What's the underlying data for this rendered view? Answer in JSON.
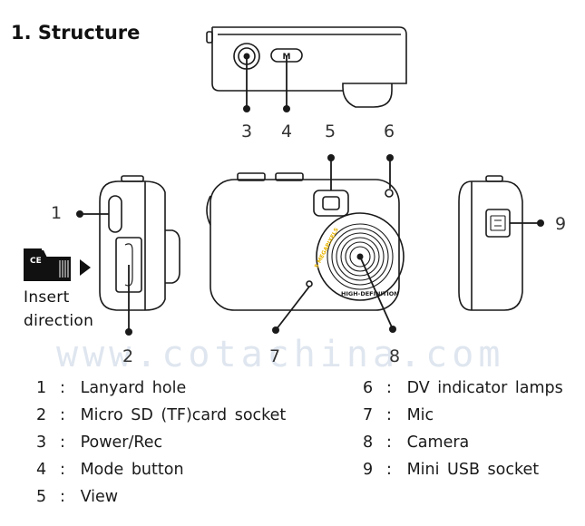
{
  "title": "1. Structure",
  "callouts": [
    "1",
    "2",
    "3",
    "4",
    "5",
    "6",
    "7",
    "8",
    "9"
  ],
  "insert_direction": [
    "Insert",
    "direction"
  ],
  "sd_card_mark": "CE",
  "mode_button_mark": "M",
  "lens_ring_text": [
    "HIGH-DEFINITION",
    "5 MEGAPIXELS"
  ],
  "watermark": "www.cotachina.com",
  "legend": [
    {
      "num": "1",
      "sep": ":",
      "text": "Lanyard hole"
    },
    {
      "num": "2",
      "sep": ":",
      "text": "Micro SD (TF)card socket"
    },
    {
      "num": "3",
      "sep": ":",
      "text": "Power/Rec"
    },
    {
      "num": "4",
      "sep": ":",
      "text": "Mode button"
    },
    {
      "num": "5",
      "sep": ":",
      "text": "View"
    },
    {
      "num": "6",
      "sep": ":",
      "text": "DV indicator lamps"
    },
    {
      "num": "7",
      "sep": ":",
      "text": "Mic"
    },
    {
      "num": "8",
      "sep": ":",
      "text": "Camera"
    },
    {
      "num": "9",
      "sep": ":",
      "text": "Mini USB socket"
    }
  ],
  "colors": {
    "line": "#1a1a1a",
    "lens_ring_text": "#e8b400",
    "watermark": "#dfe6ef"
  }
}
